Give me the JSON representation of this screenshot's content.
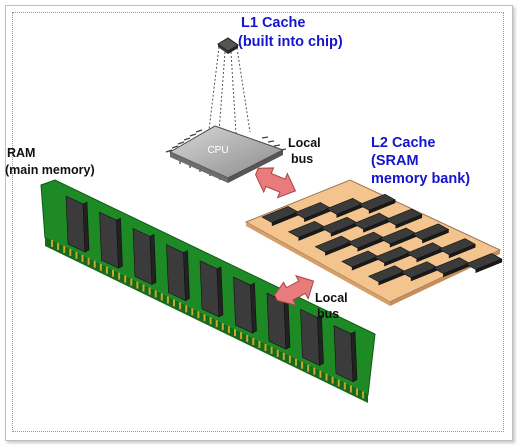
{
  "labels": {
    "l1_line1": "L1 Cache",
    "l1_line2": "(built into chip)",
    "cpu": "CPU",
    "local_bus_top_1": "Local",
    "local_bus_top_2": "bus",
    "l2_line1": "L2 Cache",
    "l2_line2": "(SRAM",
    "l2_line3": "memory bank)",
    "ram_line1": "RAM",
    "ram_line2": "(main memory)",
    "local_bus_bottom_1": "Local",
    "local_bus_bottom_2": "bus"
  },
  "colors": {
    "label_blue": "#1515cf",
    "pcb_green": "#1e8a25",
    "sram_board": "#f3c48e",
    "chip_dark": "#3b3b3b",
    "bus_arrow": "#e87b7b"
  }
}
